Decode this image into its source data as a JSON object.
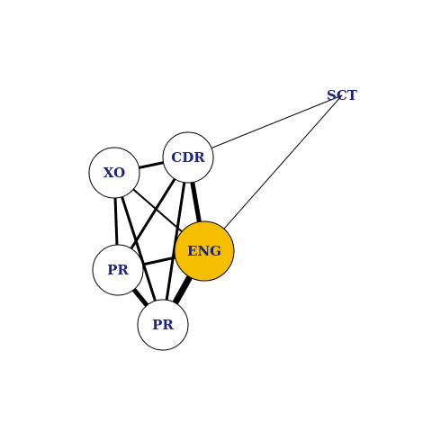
{
  "graph": {
    "nodes": [
      {
        "id": "sct",
        "label": "SCT",
        "fill": "none",
        "circle": false
      },
      {
        "id": "cdr",
        "label": "CDR",
        "fill": "#ffffff",
        "circle": true
      },
      {
        "id": "xo",
        "label": "XO",
        "fill": "#ffffff",
        "circle": true
      },
      {
        "id": "eng",
        "label": "ENG",
        "fill": "#f5bf00",
        "circle": true
      },
      {
        "id": "pr1",
        "label": "PR",
        "fill": "#ffffff",
        "circle": true
      },
      {
        "id": "pr2",
        "label": "PR",
        "fill": "#ffffff",
        "circle": true
      }
    ],
    "edges": [
      {
        "from": "sct",
        "to": "cdr",
        "weight": 1
      },
      {
        "from": "sct",
        "to": "eng",
        "weight": 1
      },
      {
        "from": "xo",
        "to": "cdr",
        "weight": 3
      },
      {
        "from": "xo",
        "to": "pr1",
        "weight": 3
      },
      {
        "from": "xo",
        "to": "pr2",
        "weight": 3
      },
      {
        "from": "xo",
        "to": "eng",
        "weight": 2
      },
      {
        "from": "cdr",
        "to": "pr1",
        "weight": 3
      },
      {
        "from": "cdr",
        "to": "pr2",
        "weight": 3
      },
      {
        "from": "cdr",
        "to": "eng",
        "weight": 5
      },
      {
        "from": "pr1",
        "to": "eng",
        "weight": 3
      },
      {
        "from": "pr1",
        "to": "pr2",
        "weight": 5
      },
      {
        "from": "pr2",
        "to": "eng",
        "weight": 7
      }
    ],
    "colors": {
      "label": "#1a237e",
      "edge": "#000000",
      "highlight": "#f5bf00"
    }
  }
}
